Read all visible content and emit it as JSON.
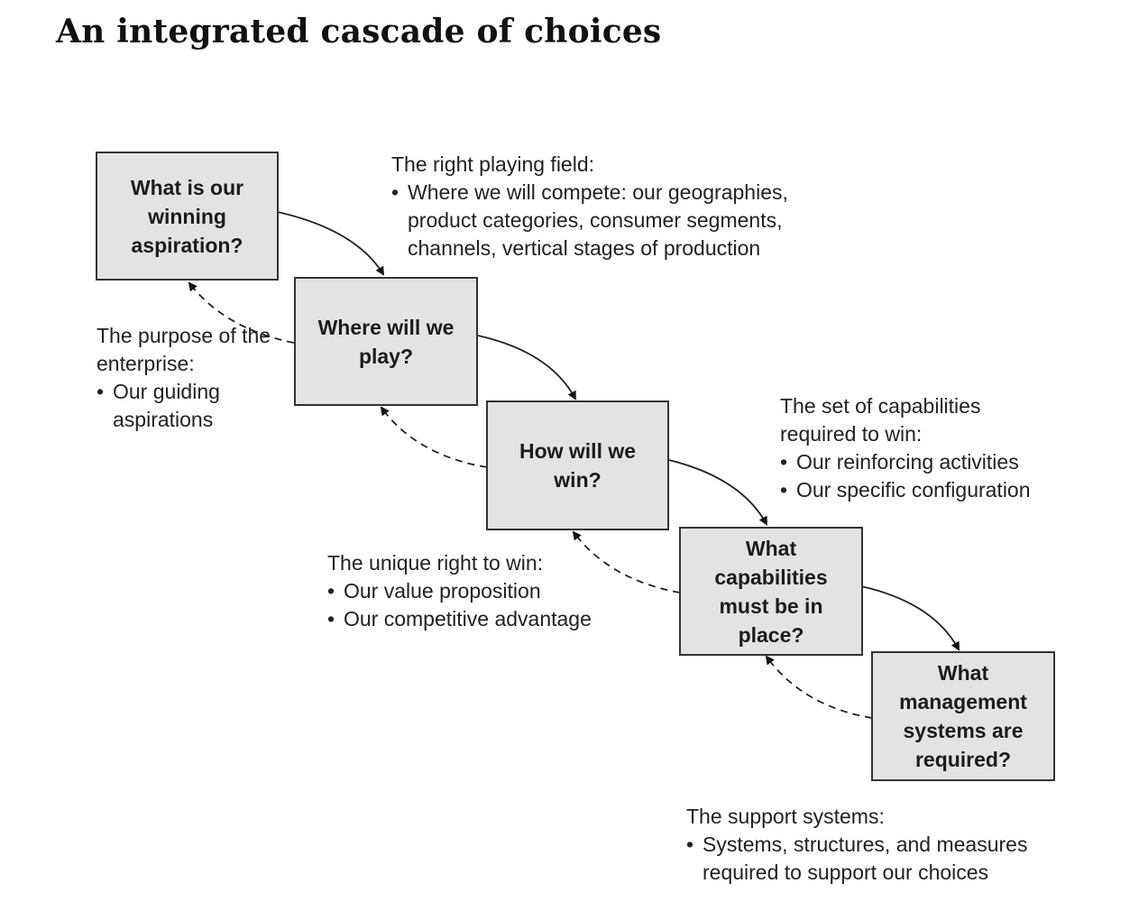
{
  "title": "An integrated cascade of choices",
  "boxes": [
    {
      "label": "What is our winning aspiration?"
    },
    {
      "label": "Where will we play?"
    },
    {
      "label": "How will we win?"
    },
    {
      "label": "What capabilities must be in place?"
    },
    {
      "label": "What management systems are required?"
    }
  ],
  "notes": {
    "playing_field": {
      "heading": "The right playing field:",
      "bullets": [
        "Where we will compete: our geographies, product categories, consumer segments, channels, vertical stages of production"
      ]
    },
    "purpose": {
      "heading": "The purpose of the enterprise:",
      "bullets": [
        "Our guiding aspirations"
      ]
    },
    "capabilities": {
      "heading": "The set of capabilities required to win:",
      "bullets": [
        "Our reinforcing activities",
        "Our specific configuration"
      ]
    },
    "right_to_win": {
      "heading": "The unique right to win:",
      "bullets": [
        "Our value proposition",
        "Our competitive advantage"
      ]
    },
    "support": {
      "heading": "The support systems:",
      "bullets": [
        "Systems, structures, and measures required to support our choices"
      ]
    }
  }
}
